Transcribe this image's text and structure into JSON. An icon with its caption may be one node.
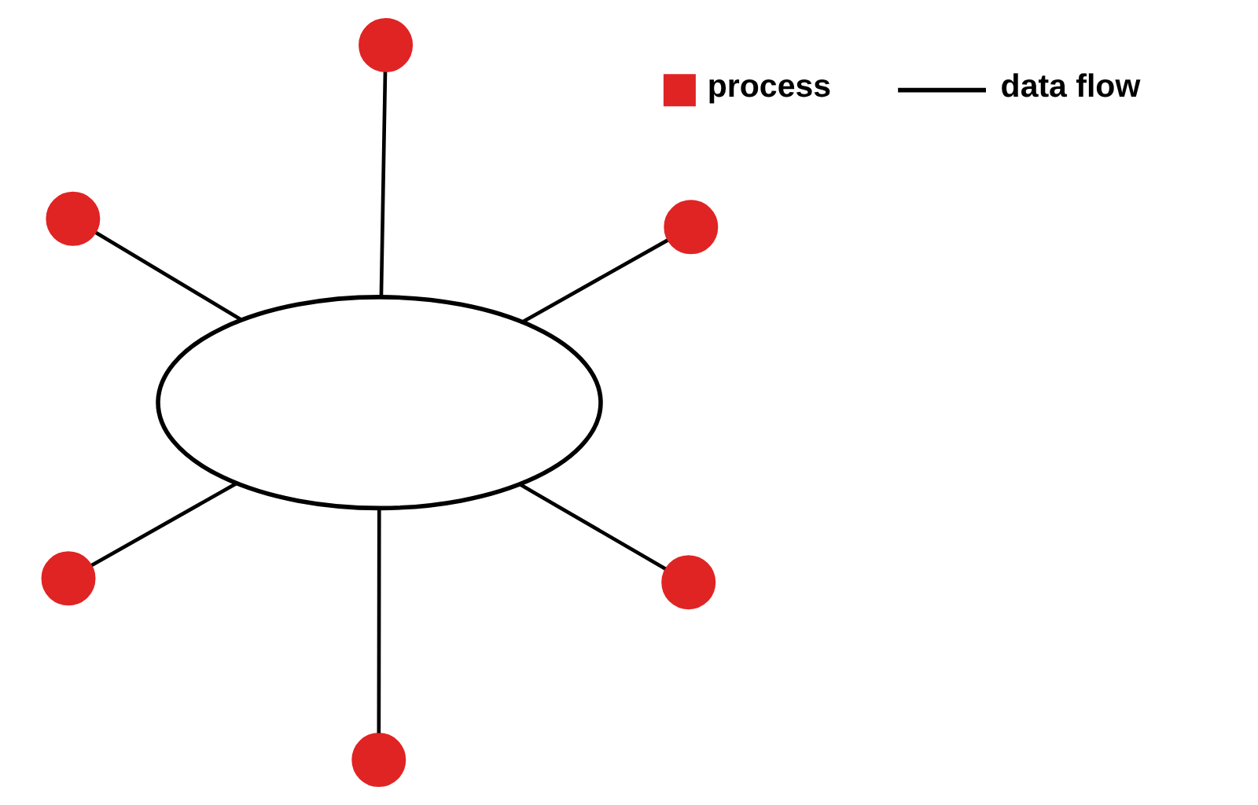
{
  "diagram": {
    "nodes": [
      {
        "text": [],
        "shape": "cloud"
      },
      {
        "text": [],
        "shape": "circle"
      },
      {
        "text": [],
        "shape": "circle"
      },
      {
        "text": [],
        "shape": "circle"
      },
      {
        "text": [],
        "shape": "circle"
      },
      {
        "text": [],
        "shape": "circle"
      },
      {
        "text": [],
        "shape": "circle"
      }
    ],
    "edges": [
      {
        "from": 1,
        "to": 0,
        "arrow": "none"
      },
      {
        "from": 2,
        "to": 0,
        "arrow": "none"
      },
      {
        "from": 3,
        "to": 0,
        "arrow": "none"
      },
      {
        "from": 4,
        "to": 0,
        "arrow": "none"
      },
      {
        "from": 5,
        "to": 0,
        "arrow": "none"
      },
      {
        "from": 6,
        "to": 0,
        "arrow": "none"
      }
    ],
    "legend": [
      {
        "text": "process",
        "color": "#e02424"
      },
      {
        "text": "data flow"
      }
    ]
  }
}
